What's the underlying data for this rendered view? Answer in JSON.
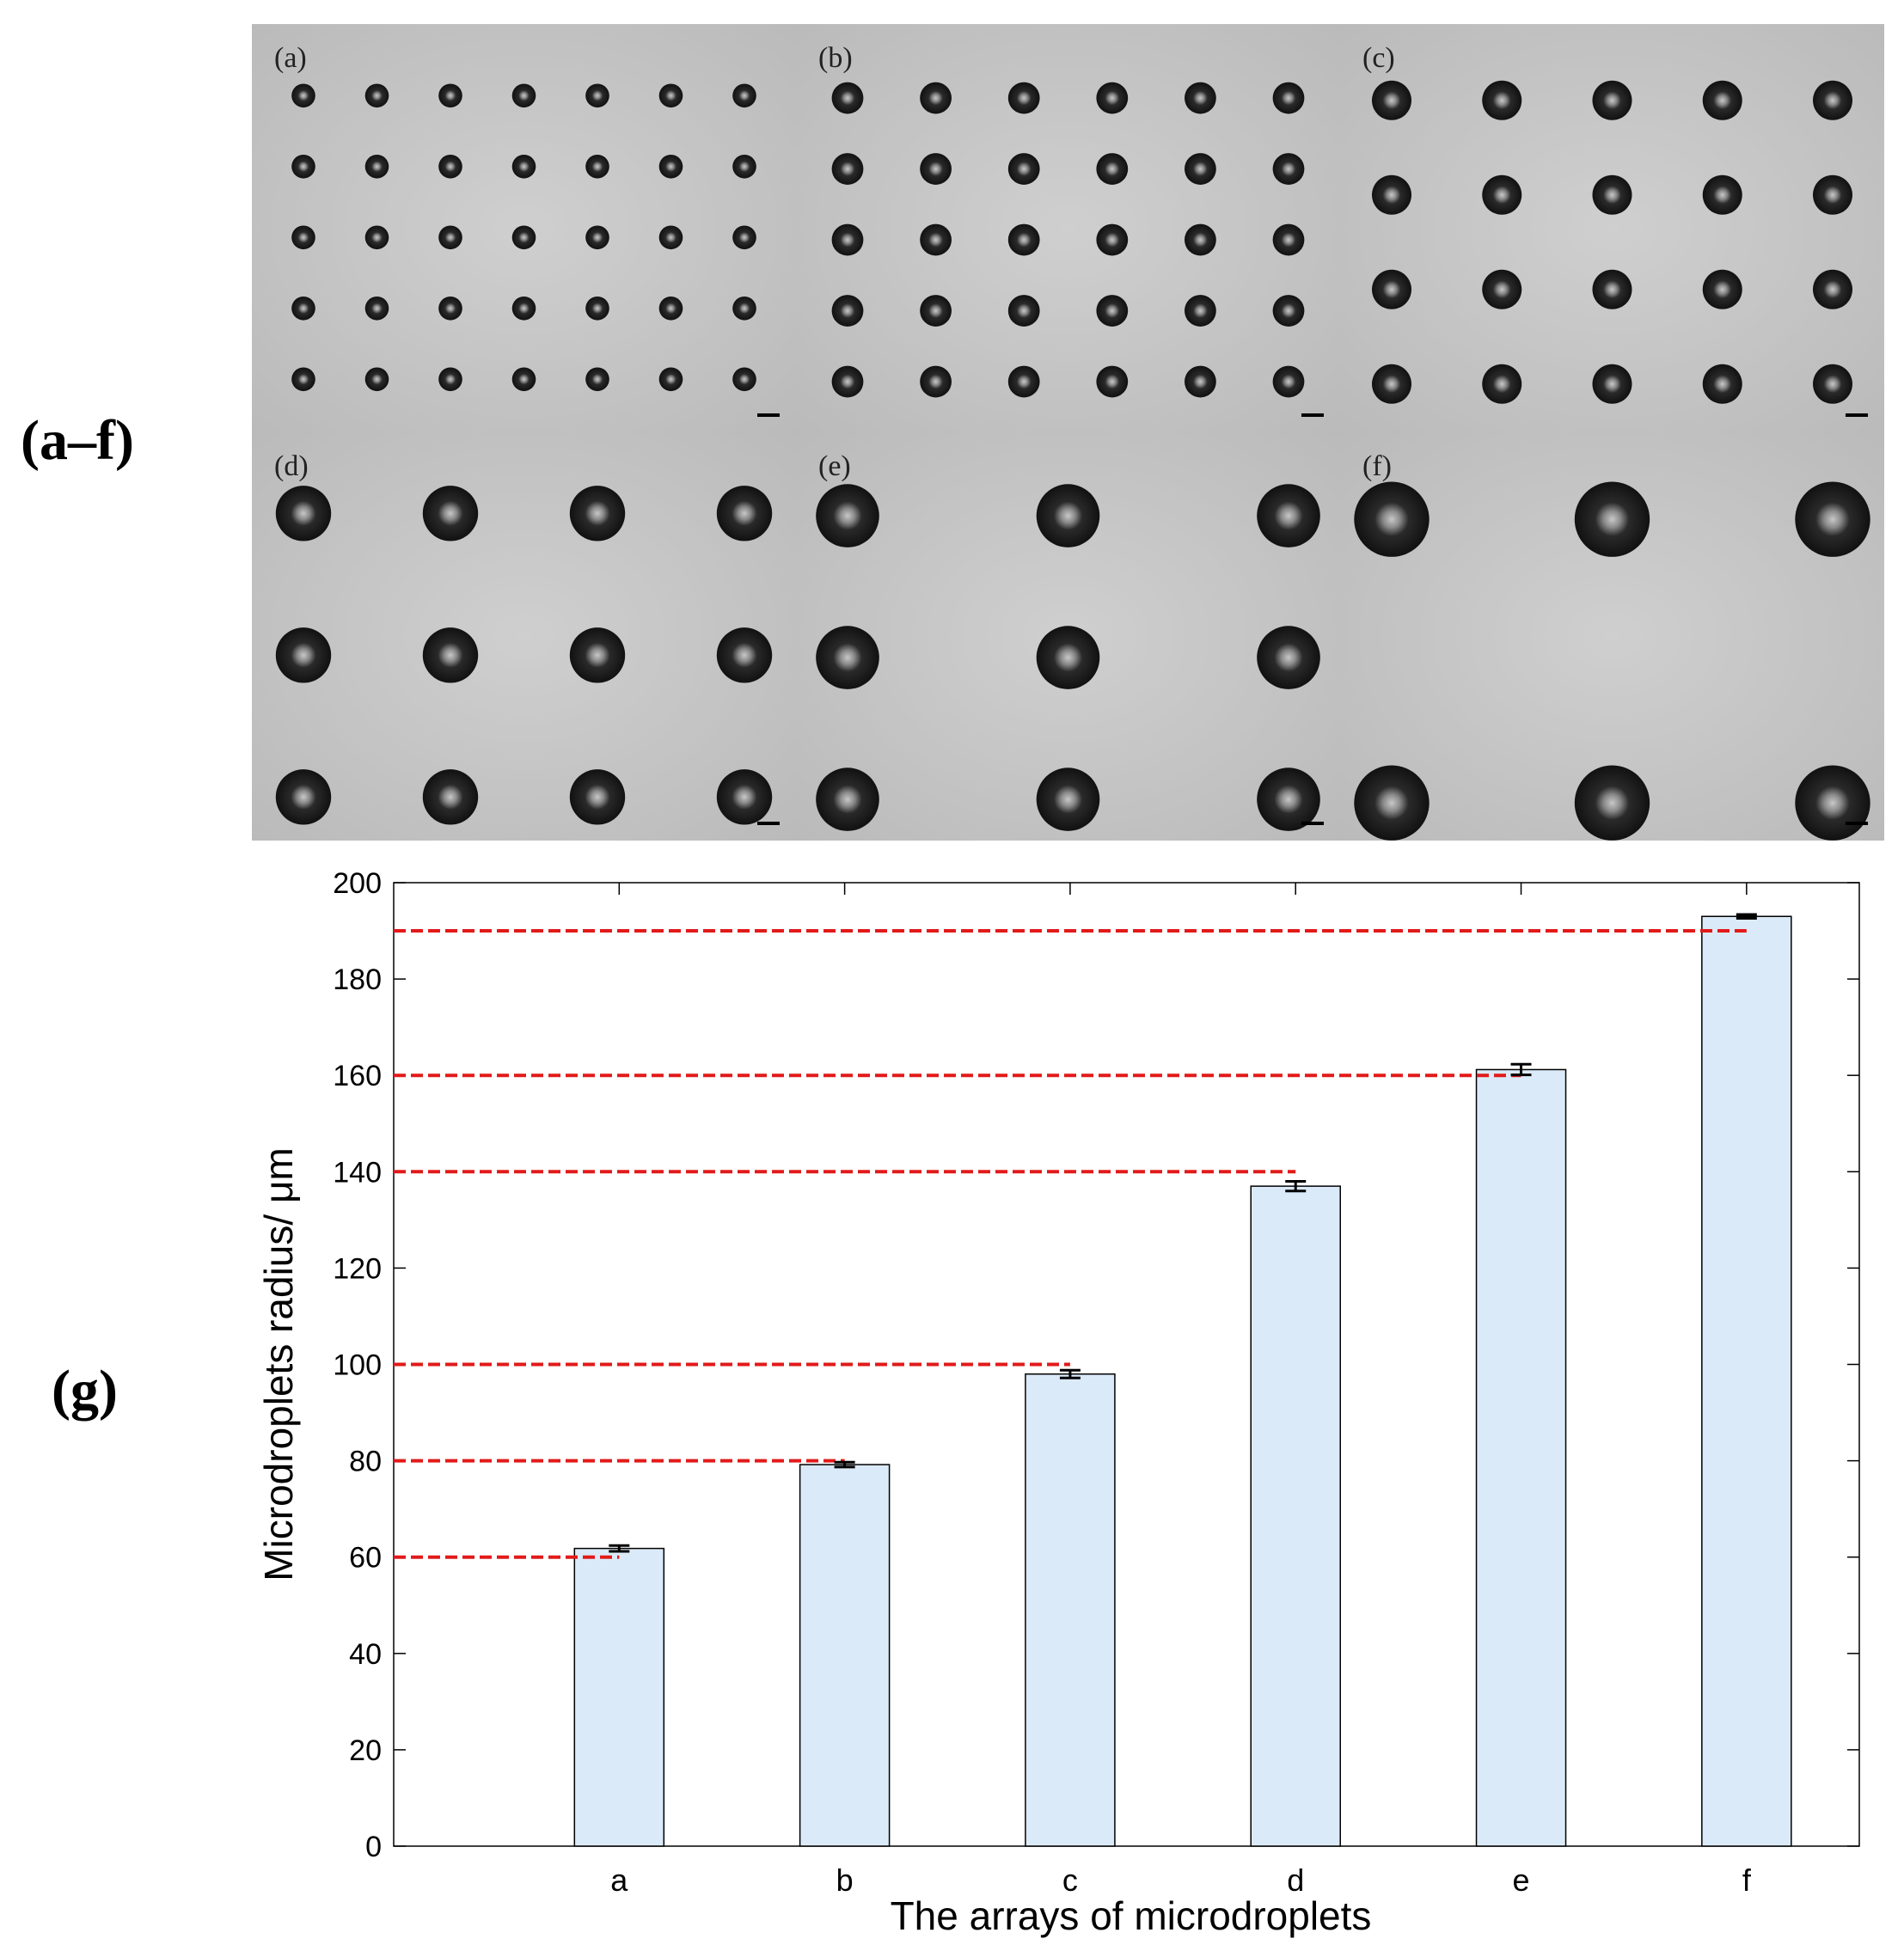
{
  "panel_labels": {
    "top": "(a–f)",
    "bottom": "(g)"
  },
  "micrographs": [
    {
      "label": "(a)",
      "rows": 5,
      "cols": 7,
      "drop_radius_um": 60
    },
    {
      "label": "(b)",
      "rows": 5,
      "cols": 6,
      "drop_radius_um": 80
    },
    {
      "label": "(c)",
      "rows": 4,
      "cols": 5,
      "drop_radius_um": 100
    },
    {
      "label": "(d)",
      "rows": 3,
      "cols": 4,
      "drop_radius_um": 140
    },
    {
      "label": "(e)",
      "rows": 3,
      "cols": 3,
      "drop_radius_um": 160
    },
    {
      "label": "(f)",
      "rows": 2,
      "cols": 3,
      "drop_radius_um": 190
    }
  ],
  "chart_data": {
    "type": "bar",
    "categories": [
      "a",
      "b",
      "c",
      "d",
      "e",
      "f"
    ],
    "values": [
      61.8,
      79.2,
      98.0,
      137.0,
      161.2,
      193.0
    ],
    "errors": [
      0.6,
      0.5,
      0.8,
      1.0,
      1.1,
      0.4
    ],
    "reference_lines": [
      60,
      80,
      100,
      140,
      160,
      190
    ],
    "xlabel": "The arrays of microdroplets",
    "ylabel": "Microdroplets radius/ μm",
    "ylim": [
      0,
      200
    ],
    "yticks": [
      0,
      20,
      40,
      60,
      80,
      100,
      120,
      140,
      160,
      180,
      200
    ],
    "grid": false,
    "colors": {
      "bar_fill": "#dbeaf8",
      "bar_stroke": "#000000",
      "reference_line": "#e21a1a"
    }
  }
}
